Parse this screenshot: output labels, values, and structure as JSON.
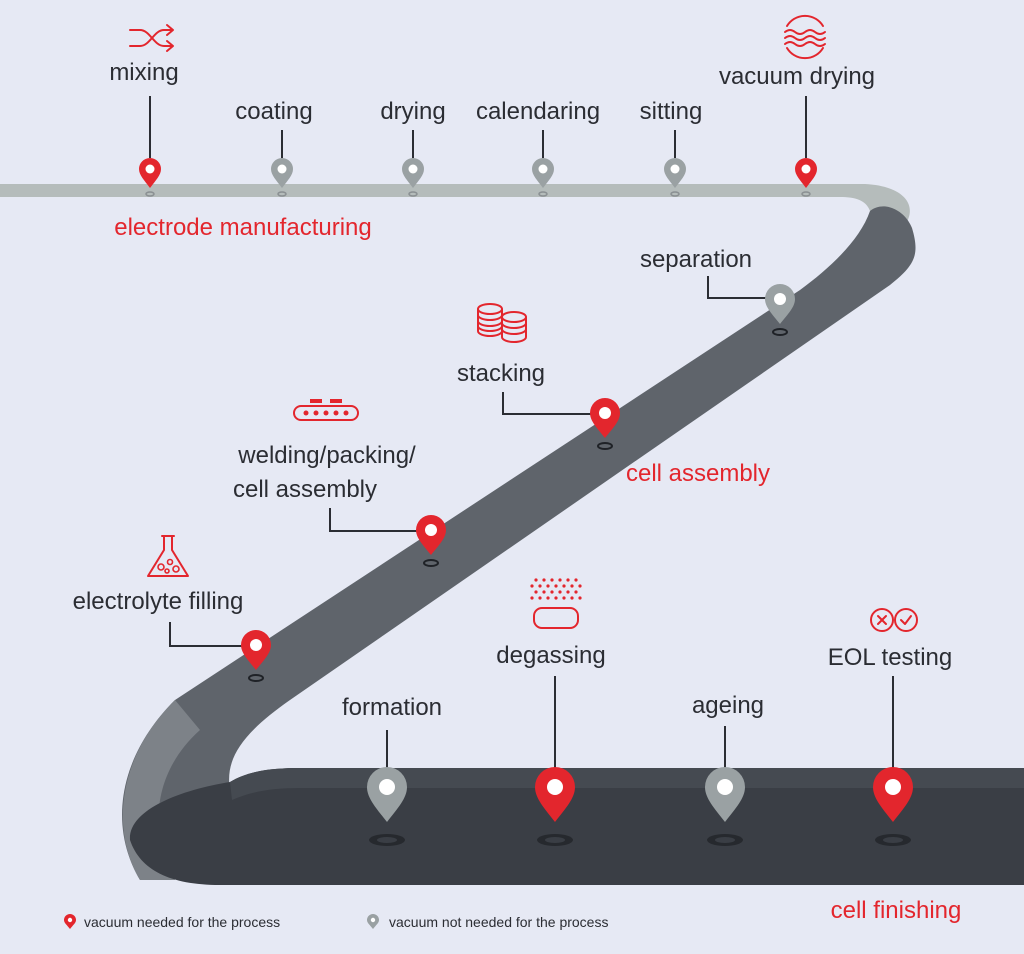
{
  "colors": {
    "background": "#e6e9f4",
    "vacuum_needed": "#e3262d",
    "vacuum_not_needed": "#9aa1a3",
    "road_light": "#b5bcbb",
    "road_mid": "#5f646b",
    "road_dark": "#3a3e45",
    "text": "#2b2d33"
  },
  "phases": {
    "electrode": "electrode manufacturing",
    "assembly": "cell assembly",
    "finishing": "cell finishing"
  },
  "steps": [
    {
      "key": "mixing",
      "label": "mixing",
      "vacuum": true,
      "icon": "shuffle-icon"
    },
    {
      "key": "coating",
      "label": "coating",
      "vacuum": false
    },
    {
      "key": "drying",
      "label": "drying",
      "vacuum": false
    },
    {
      "key": "calendaring",
      "label": "calendaring",
      "vacuum": false
    },
    {
      "key": "sitting",
      "label": "sitting",
      "vacuum": false
    },
    {
      "key": "vacuum-drying",
      "label": "vacuum drying",
      "vacuum": true,
      "icon": "vacuum-waves-icon"
    },
    {
      "key": "separation",
      "label": "separation",
      "vacuum": false
    },
    {
      "key": "stacking",
      "label": "stacking",
      "vacuum": true,
      "icon": "stacked-coins-icon"
    },
    {
      "key": "welding",
      "label_lines": [
        "welding/packing/",
        "cell assembly"
      ],
      "vacuum": true,
      "icon": "conveyor-icon"
    },
    {
      "key": "electrolyte-filling",
      "label": "electrolyte filling",
      "vacuum": true,
      "icon": "flask-icon"
    },
    {
      "key": "formation",
      "label": "formation",
      "vacuum": false
    },
    {
      "key": "degassing",
      "label": "degassing",
      "vacuum": true,
      "icon": "degassing-icon"
    },
    {
      "key": "ageing",
      "label": "ageing",
      "vacuum": false
    },
    {
      "key": "eol-testing",
      "label": "EOL testing",
      "vacuum": true,
      "icon": "check-cross-icon"
    }
  ],
  "legend": {
    "needed": "vacuum needed for the process",
    "not_needed": "vacuum not needed for the process"
  }
}
